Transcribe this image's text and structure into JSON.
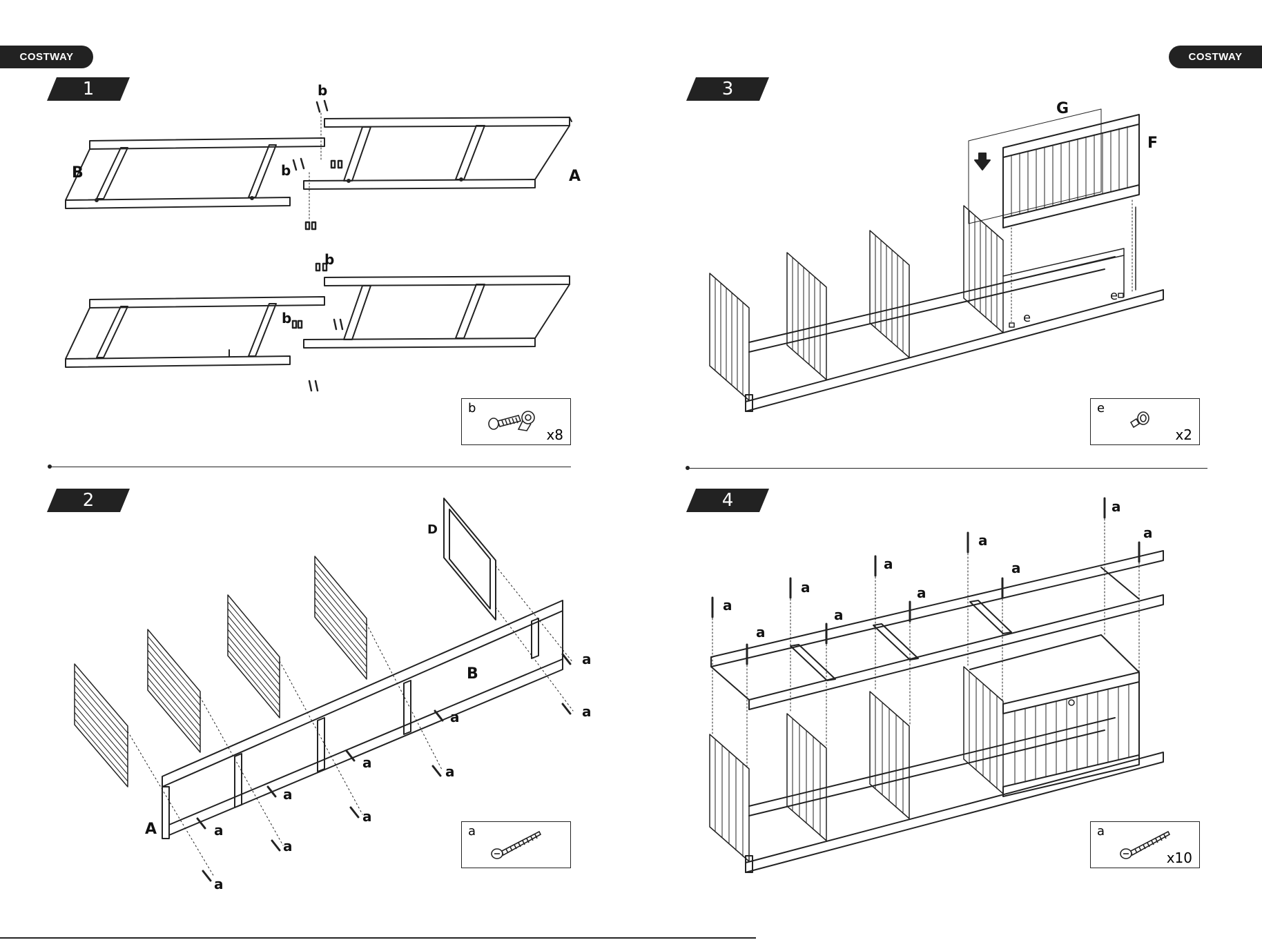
{
  "header": {
    "brand_left": "COSTWAY",
    "brand_right": "COSTWAY"
  },
  "steps": [
    {
      "number": "1",
      "part_labels": {
        "left_frame": "B",
        "right_frame": "A"
      },
      "callout": "b",
      "hardware": {
        "code": "b",
        "qty": "x8",
        "icon": "barrel-bolt-icon"
      }
    },
    {
      "number": "2",
      "part_labels": {
        "door": "D",
        "rail": "B",
        "end": "A"
      },
      "callout": "a",
      "hardware": {
        "code": "a",
        "qty": "",
        "icon": "wood-screw-icon"
      }
    },
    {
      "number": "3",
      "part_labels": {
        "panel": "G",
        "gate": "F"
      },
      "callout": "e",
      "hardware": {
        "code": "e",
        "qty": "x2",
        "icon": "dowel-pin-icon"
      }
    },
    {
      "number": "4",
      "callout": "a",
      "hardware": {
        "code": "a",
        "qty": "x10",
        "icon": "wood-screw-icon"
      }
    }
  ],
  "colors": {
    "ink": "#222222",
    "brand_bg": "#222222"
  }
}
